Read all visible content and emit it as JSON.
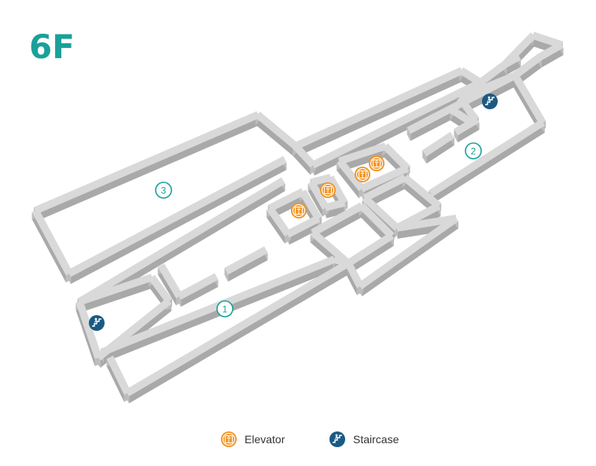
{
  "floor": {
    "label": "6F"
  },
  "zones": [
    {
      "id": "zone-1",
      "number": "1"
    },
    {
      "id": "zone-2",
      "number": "2"
    },
    {
      "id": "zone-3",
      "number": "3"
    }
  ],
  "legend": {
    "elevator": {
      "label": "Elevator",
      "icon": "elevator-icon"
    },
    "staircase": {
      "label": "Staircase",
      "icon": "staircase-icon"
    }
  },
  "colors": {
    "title": "#1aa09a",
    "zone_marker": "#1aa09a",
    "elevator": "#f39422",
    "staircase": "#1a5a82",
    "wall_top": "#d9d9d9",
    "wall_side": "#a9a9a9",
    "wall_front": "#bdbdbd"
  }
}
